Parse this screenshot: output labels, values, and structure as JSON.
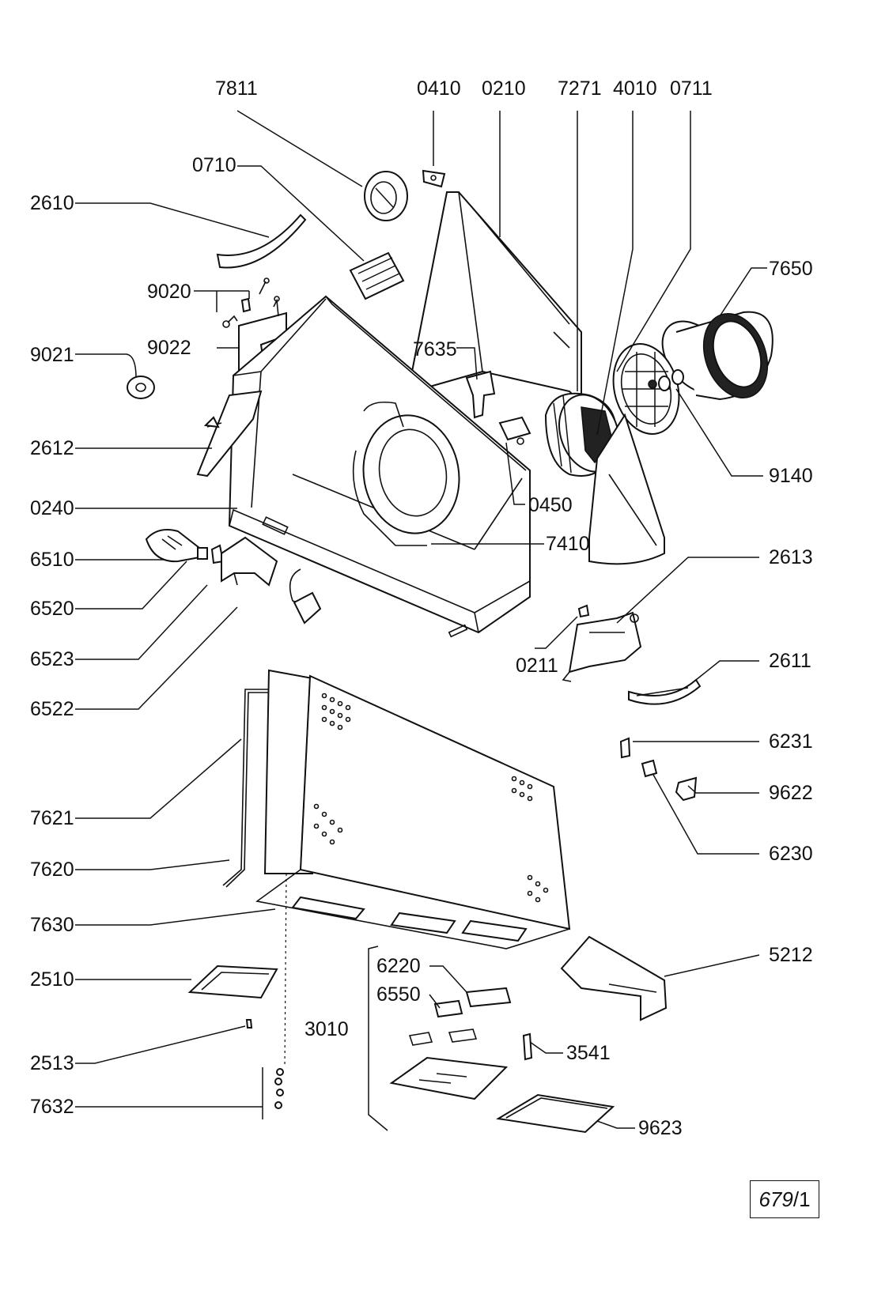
{
  "diagram": {
    "labels": [
      "7811",
      "0410",
      "0210",
      "7271",
      "4010",
      "0711",
      "0710",
      "2610",
      "9020",
      "7650",
      "9022",
      "9021",
      "7635",
      "2612",
      "9140",
      "0450",
      "0240",
      "7410",
      "6510",
      "2613",
      "6520",
      "0211",
      "6523",
      "2611",
      "6522",
      "6231",
      "9622",
      "7621",
      "6230",
      "7620",
      "7630",
      "5212",
      "2510",
      "6220",
      "6550",
      "3010",
      "3541",
      "2513",
      "7632",
      "9623"
    ],
    "reference": {
      "number": "679",
      "separator": "/",
      "sheet": "1"
    }
  }
}
